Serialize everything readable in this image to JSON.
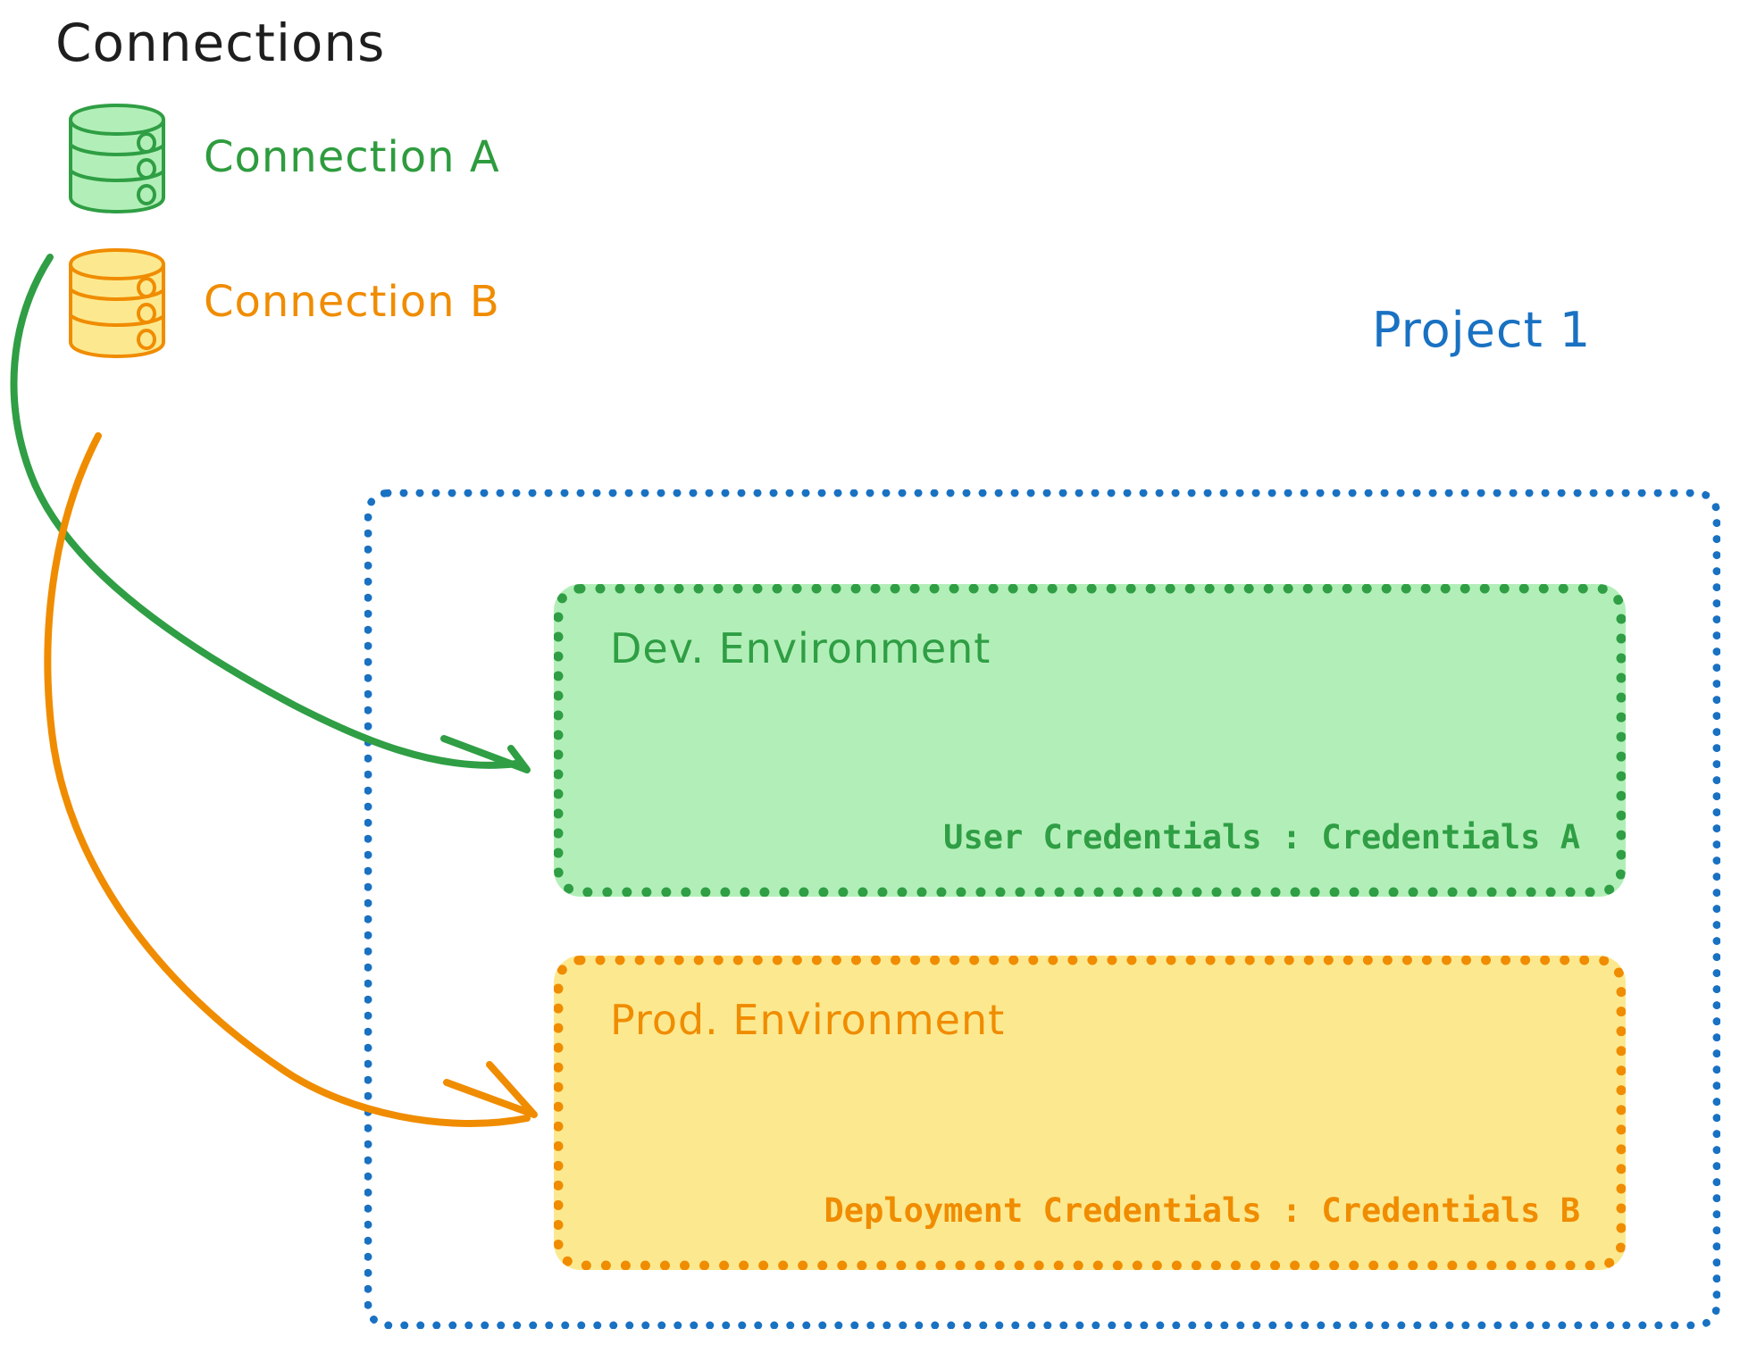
{
  "diagram": {
    "title": "Connections",
    "project_label": "Project 1"
  },
  "connections": [
    {
      "id": "connection-a",
      "label": "Connection A",
      "icon": "database-cylinder-icon",
      "color": "#2e9c3e",
      "fill": "#b2efb8",
      "targets_environment": "dev"
    },
    {
      "id": "connection-b",
      "label": "Connection B",
      "icon": "database-cylinder-icon",
      "color": "#f08c00",
      "fill": "#fce98f",
      "targets_environment": "prod"
    }
  ],
  "project": {
    "label": "Project 1",
    "border_color": "#1971c2",
    "environments": [
      {
        "id": "dev",
        "title": "Dev. Environment",
        "credentials_line": "User Credentials : Credentials A",
        "credentials_key": "User Credentials",
        "credentials_value": "Credentials A",
        "fill": "#b2efb8",
        "border_color": "#2f9e44"
      },
      {
        "id": "prod",
        "title": "Prod. Environment",
        "credentials_line": "Deployment Credentials : Credentials B",
        "credentials_key": "Deployment Credentials",
        "credentials_value": "Credentials B",
        "fill": "#fce98f",
        "border_color": "#f08c00"
      }
    ]
  },
  "arrows": [
    {
      "id": "arrow-connection-a-to-dev",
      "color": "#2f9e44"
    },
    {
      "id": "arrow-connection-b-to-prod",
      "color": "#f08c00"
    }
  ]
}
